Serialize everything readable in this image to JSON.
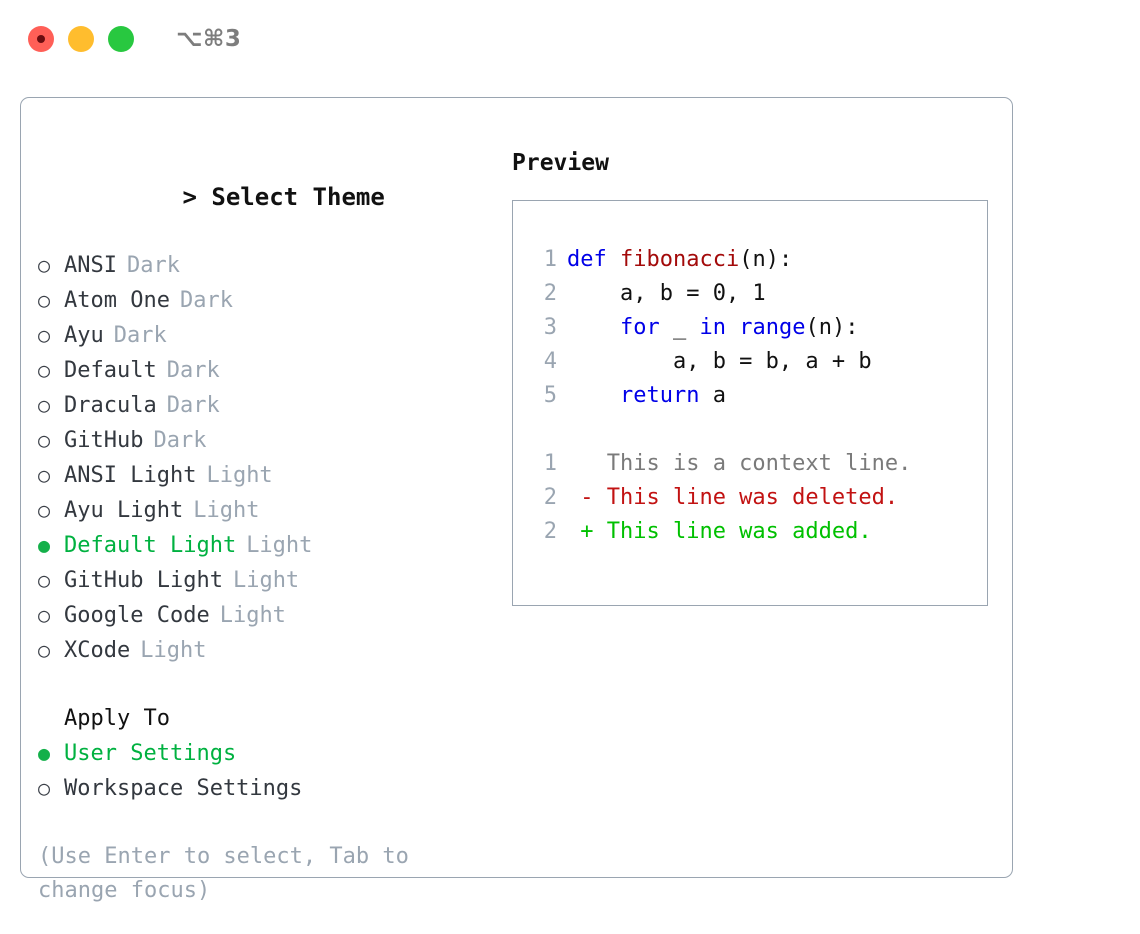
{
  "titlebar": {
    "shortcut": "⌥⌘3",
    "buttons": [
      {
        "name": "close",
        "color": "#ff5f57"
      },
      {
        "name": "minimize",
        "color": "#ffbd2e"
      },
      {
        "name": "zoom",
        "color": "#28c840"
      }
    ]
  },
  "theme_picker": {
    "caret": "> ",
    "heading": "Select Theme",
    "marker_selected": "●",
    "marker_unselected": "○",
    "selected_color": "#00b140",
    "items": [
      {
        "label": "ANSI",
        "kind": "Dark",
        "selected": false
      },
      {
        "label": "Atom One",
        "kind": "Dark",
        "selected": false
      },
      {
        "label": "Ayu",
        "kind": "Dark",
        "selected": false
      },
      {
        "label": "Default",
        "kind": "Dark",
        "selected": false
      },
      {
        "label": "Dracula",
        "kind": "Dark",
        "selected": false
      },
      {
        "label": "GitHub",
        "kind": "Dark",
        "selected": false
      },
      {
        "label": "ANSI Light",
        "kind": "Light",
        "selected": false
      },
      {
        "label": "Ayu Light",
        "kind": "Light",
        "selected": false
      },
      {
        "label": "Default Light",
        "kind": "Light",
        "selected": true
      },
      {
        "label": "GitHub Light",
        "kind": "Light",
        "selected": false
      },
      {
        "label": "Google Code",
        "kind": "Light",
        "selected": false
      },
      {
        "label": "XCode",
        "kind": "Light",
        "selected": false
      }
    ]
  },
  "apply_to": {
    "heading": "Apply To",
    "items": [
      {
        "label": "User Settings",
        "selected": true
      },
      {
        "label": "Workspace Settings",
        "selected": false
      }
    ]
  },
  "hint": "(Use Enter to select, Tab to change focus)",
  "preview": {
    "title": "Preview",
    "code_lines": [
      {
        "num": "1",
        "tokens": [
          {
            "t": "def",
            "c": "kw"
          },
          {
            "t": " ",
            "c": "plain"
          },
          {
            "t": "fibonacci",
            "c": "fn"
          },
          {
            "t": "(n):",
            "c": "plain"
          }
        ]
      },
      {
        "num": "2",
        "tokens": [
          {
            "t": "    a, b = 0, 1",
            "c": "plain"
          }
        ]
      },
      {
        "num": "3",
        "tokens": [
          {
            "t": "    ",
            "c": "plain"
          },
          {
            "t": "for",
            "c": "kw"
          },
          {
            "t": " _ ",
            "c": "plain"
          },
          {
            "t": "in",
            "c": "kw"
          },
          {
            "t": " ",
            "c": "plain"
          },
          {
            "t": "range",
            "c": "kw"
          },
          {
            "t": "(n):",
            "c": "plain"
          }
        ]
      },
      {
        "num": "4",
        "tokens": [
          {
            "t": "        a, b = b, a + b",
            "c": "plain"
          }
        ]
      },
      {
        "num": "5",
        "tokens": [
          {
            "t": "    ",
            "c": "plain"
          },
          {
            "t": "return",
            "c": "kw"
          },
          {
            "t": " a",
            "c": "plain"
          }
        ]
      }
    ],
    "diff_lines": [
      {
        "num": "1",
        "tokens": [
          {
            "t": "   This is a context line.",
            "c": "ctx"
          }
        ]
      },
      {
        "num": "2",
        "tokens": [
          {
            "t": " - This line was deleted.",
            "c": "del"
          }
        ]
      },
      {
        "num": "2",
        "tokens": [
          {
            "t": " + This line was added.",
            "c": "add"
          }
        ]
      }
    ]
  }
}
